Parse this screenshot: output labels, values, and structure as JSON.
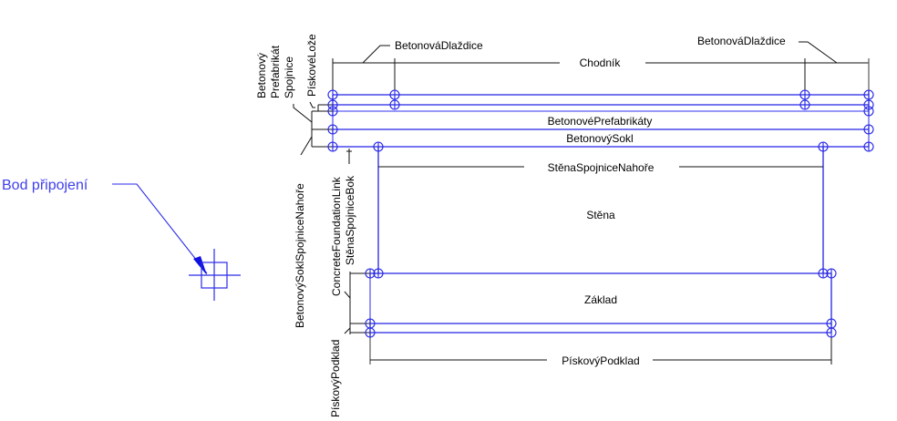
{
  "diagram": {
    "colors": {
      "geometry": "#2323e6",
      "annotation": "#111111",
      "attach_label": "#4040ee"
    },
    "attachment": {
      "label": "Bod připojení",
      "icon": "attachment-point-icon"
    },
    "layers": {
      "paving": "BetonováDlaždice",
      "sidewalk": "Chodník",
      "sand_bed": "PískovéLože",
      "prefab": "BetonovéPrefabrikáty",
      "plinth": "BetonovýSokl",
      "wall_top_link": "StěnaSpojniceNahoře",
      "wall": "Stěna",
      "foundation": "Základ",
      "sand_base": "PískovýPodklad",
      "prefab_link_line1": "Betonový",
      "prefab_link_line2": "Prefabrikát",
      "prefab_link_line3": "Spojnice",
      "plinth_top_link": "BetonovýSoklSpojniceNahoře",
      "concrete_foundation_link": "ConcreteFoundationLink",
      "wall_side_link": "StěnaSpojniceBok",
      "sand_base_side": "PískovýPodklad"
    }
  }
}
